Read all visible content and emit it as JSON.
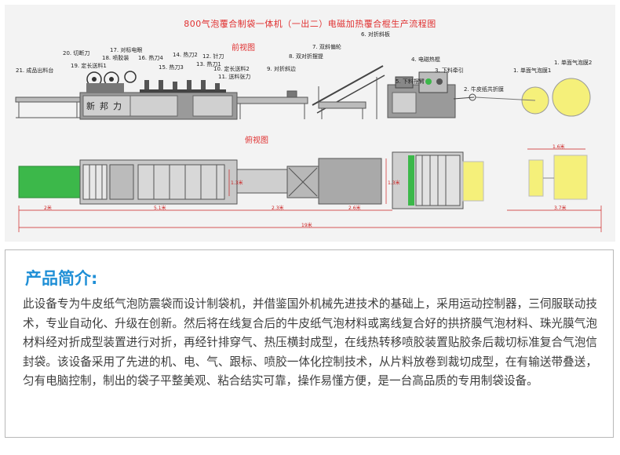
{
  "diagram": {
    "title": "800气泡覆合制袋一体机（一出二）电磁加热覆合棍生产流程图",
    "front_view": "前视图",
    "top_view": "俯视图",
    "brand": [
      "新",
      "邦",
      "力"
    ],
    "labels": {
      "l1a": "1. 单面气泡膜2",
      "l1b": "1. 单面气泡膜1",
      "l2": "2. 牛皮纸共折膜",
      "l3": "3. 下料牵引",
      "l4": "4. 电磁热棍",
      "l5": "5. 下料摆臂",
      "l6": "6. 对折斜板",
      "l7": "7. 双斜偏轮",
      "l8": "8. 双对折摆提",
      "l9": "9. 对折斜边",
      "l10": "10. 定长送料2",
      "l11": "11. 送料张力",
      "l12": "12. 针刀",
      "l13": "13. 热刀1",
      "l14": "14. 热刀2",
      "l15": "15. 热刀3",
      "l16": "16. 热刀4",
      "l17": "17. 对标电眼",
      "l18": "18. 喷胶装",
      "l19": "19. 定长送料1",
      "l20": "20. 切断刀",
      "l21": "21. 成品出料台"
    },
    "dims": {
      "d1": "2米",
      "d2": "5.1米",
      "d3": "2.3米",
      "d4": "2.6米",
      "d5": "3.7米",
      "d6": "1.6米",
      "d7": "1.3米",
      "d8": "1.3米",
      "total": "19米"
    }
  },
  "intro": {
    "heading": "产品简介:",
    "body": "此设备专为牛皮纸气泡防震袋而设计制袋机，并借鉴国外机械先进技术的基础上，采用运动控制器，三伺服联动技术，专业自动化、升级在创新。然后将在线复合后的牛皮纸气泡材料或离线复合好的拱挤膜气泡材料、珠光膜气泡材料经对折成型装置进行对折，再经针排穿气、热压横封成型，在线热转移喷胶装置贴胶条后裁切标准复合气泡信封袋。该设备采用了先进的机、电、气、跟标、喷胶一体化控制技术，从片料放卷到裁切成型，在有输送带叠送，匀有电脑控制，制出的袋子平整美观、粘合结实可靠，操作易懂方便，是一台高品质的专用制袋设备。"
  },
  "colors": {
    "heading": "#1f8fd6",
    "diagram_title": "#e03030",
    "machine_gray": "#8a8a8a",
    "belt_green": "#3cb84a",
    "roll_yellow": "#f5f07a"
  }
}
